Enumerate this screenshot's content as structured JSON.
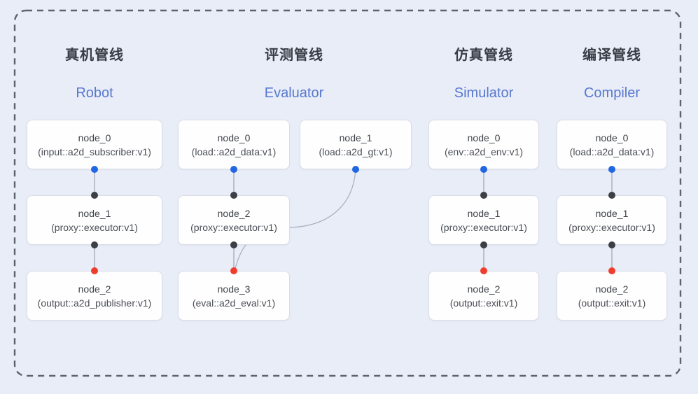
{
  "diagram": {
    "background_color": "#e9edf8",
    "dashed_border_color": "#5f6269",
    "node_box_color": "#fefefe",
    "node_border_color": "#dadde6",
    "accent_title_color": "#5878cf",
    "port_colors": {
      "source_output_dot": "#2166e2",
      "proxy_io_dot": "#3c3f43",
      "sink_input_dot": "#ef3d2d"
    }
  },
  "pipelines": [
    {
      "title_zh": "真机管线",
      "title_en": "Robot",
      "nodes": [
        {
          "name": "node_0",
          "impl": "(input::a2d_subscriber:v1)"
        },
        {
          "name": "node_1",
          "impl": "(proxy::executor:v1)"
        },
        {
          "name": "node_2",
          "impl": "(output::a2d_publisher:v1)"
        }
      ],
      "edges": [
        {
          "from": "node_0",
          "to": "node_1"
        },
        {
          "from": "node_1",
          "to": "node_2"
        }
      ]
    },
    {
      "title_zh": "评测管线",
      "title_en": "Evaluator",
      "nodes": [
        {
          "name": "node_0",
          "impl": "(load::a2d_data:v1)"
        },
        {
          "name": "node_1",
          "impl": "(load::a2d_gt:v1)"
        },
        {
          "name": "node_2",
          "impl": "(proxy::executor:v1)"
        },
        {
          "name": "node_3",
          "impl": "(eval::a2d_eval:v1)"
        }
      ],
      "edges": [
        {
          "from": "node_0",
          "to": "node_2"
        },
        {
          "from": "node_2",
          "to": "node_3"
        },
        {
          "from": "node_1",
          "to": "node_3",
          "style": "curved"
        }
      ]
    },
    {
      "title_zh": "仿真管线",
      "title_en": "Simulator",
      "nodes": [
        {
          "name": "node_0",
          "impl": "(env::a2d_env:v1)"
        },
        {
          "name": "node_1",
          "impl": "(proxy::executor:v1)"
        },
        {
          "name": "node_2",
          "impl": "(output::exit:v1)"
        }
      ],
      "edges": [
        {
          "from": "node_0",
          "to": "node_1"
        },
        {
          "from": "node_1",
          "to": "node_2"
        }
      ]
    },
    {
      "title_zh": "编译管线",
      "title_en": "Compiler",
      "nodes": [
        {
          "name": "node_0",
          "impl": "(load::a2d_data:v1)"
        },
        {
          "name": "node_1",
          "impl": "(proxy::executor:v1)"
        },
        {
          "name": "node_2",
          "impl": "(output::exit:v1)"
        }
      ],
      "edges": [
        {
          "from": "node_0",
          "to": "node_1"
        },
        {
          "from": "node_1",
          "to": "node_2"
        }
      ]
    }
  ]
}
